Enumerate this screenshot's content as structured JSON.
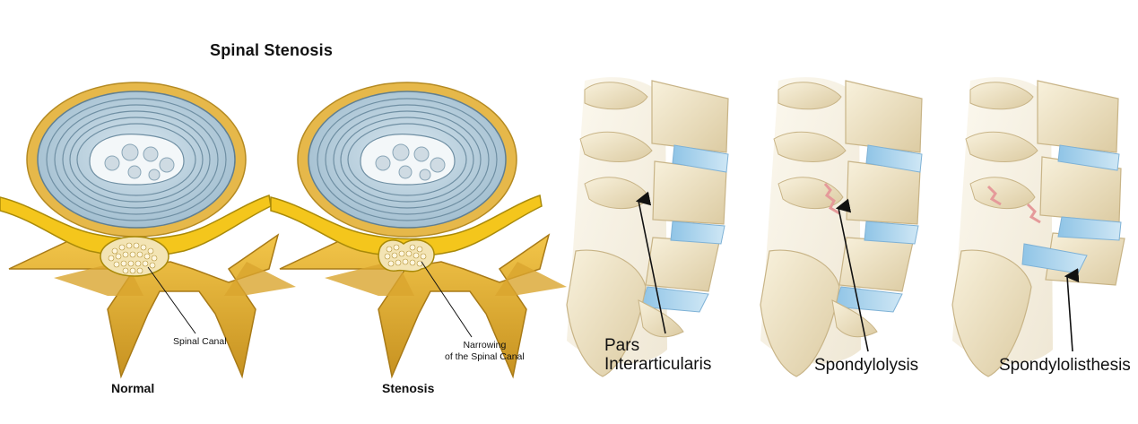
{
  "title": "Spinal Stenosis",
  "labels": {
    "spinal_canal": "Spinal Canal",
    "narrowing_line1": "Narrowing",
    "narrowing_line2": "of the Spinal Canal",
    "normal": "Normal",
    "stenosis": "Stenosis",
    "pars_line1": "Pars",
    "pars_line2": "Interarticularis",
    "spondylolysis": "Spondylolysis",
    "spondylolisthesis": "Spondylolisthesis"
  },
  "colors": {
    "disc": "#b9cfdc",
    "disc_rings": "#6f8fa3",
    "nerve": "#f2c41a",
    "bone_yellow": "#e0b13c",
    "bone_cream": "#efe3c6",
    "disc_blue": "#a9d3ec",
    "fracture": "#e59a9a"
  }
}
